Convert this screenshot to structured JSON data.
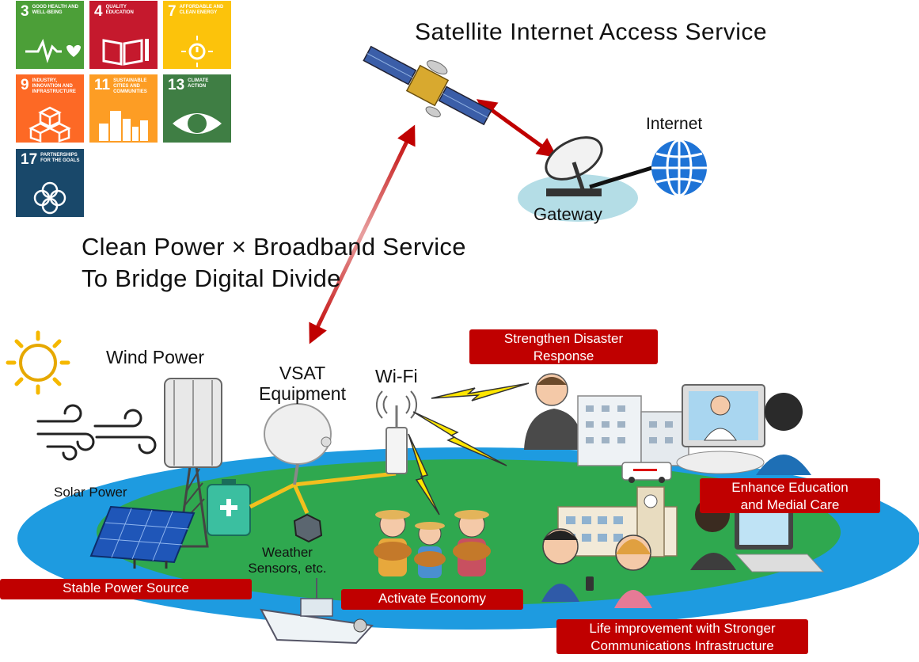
{
  "title": "Satellite Internet Access Service",
  "headline": {
    "line1": "Clean Power × Broadband Service",
    "line2": "To Bridge Digital Divide"
  },
  "sdgs": [
    {
      "num": "3",
      "text": "GOOD HEALTH AND WELL-BEING",
      "color": "#4c9f38"
    },
    {
      "num": "4",
      "text": "QUALITY EDUCATION",
      "color": "#c5192d"
    },
    {
      "num": "7",
      "text": "AFFORDABLE AND CLEAN ENERGY",
      "color": "#fcc30b"
    },
    {
      "num": "9",
      "text": "INDUSTRY, INNOVATION AND INFRASTRUCTURE",
      "color": "#fd6925"
    },
    {
      "num": "11",
      "text": "SUSTAINABLE CITIES AND COMMUNITIES",
      "color": "#fd9d24"
    },
    {
      "num": "13",
      "text": "CLIMATE ACTION",
      "color": "#3f7e44"
    },
    {
      "num": "17",
      "text": "PARTNERSHIPS FOR THE GOALS",
      "color": "#19486a"
    }
  ],
  "labels": {
    "internet": "Internet",
    "gateway": "Gateway",
    "wind_power": "Wind Power",
    "vsat_line1": "VSAT",
    "vsat_line2": "Equipment",
    "wifi": "Wi-Fi",
    "solar_power": "Solar Power",
    "weather_line1": "Weather",
    "weather_line2": "Sensors, etc."
  },
  "boxes": {
    "disaster_line1": "Strengthen Disaster",
    "disaster_line2": "Response",
    "education_line1": "Enhance Education",
    "education_line2": "and Medial Care",
    "stable_power": "Stable Power Source",
    "economy": "Activate Economy",
    "life_line1": "Life improvement with Stronger",
    "life_line2": "Communications Infrastructure"
  },
  "colors": {
    "island_outer": "#1e9be0",
    "island_inner": "#2fa84f",
    "arrow_red": "#c00000",
    "box_red": "#c00000",
    "cable_yellow": "#f2c01e"
  }
}
